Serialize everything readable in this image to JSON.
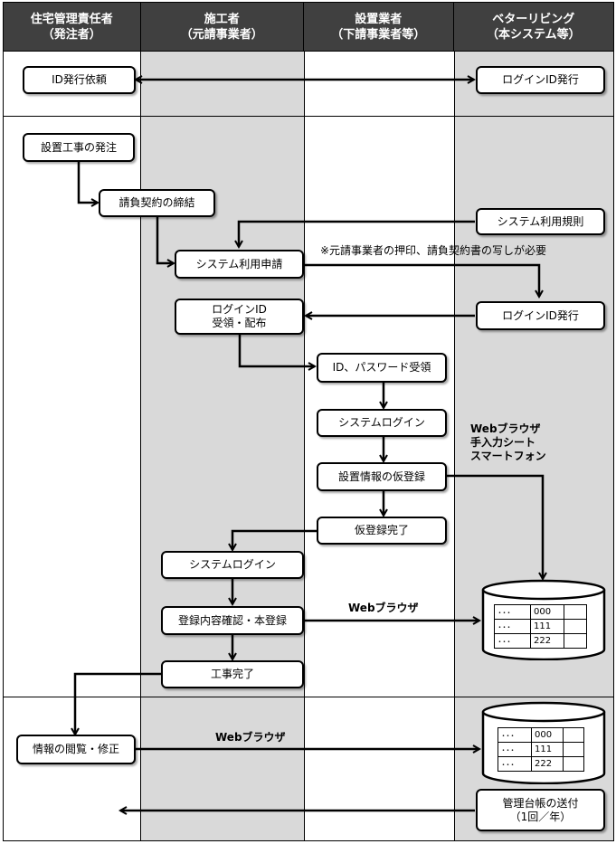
{
  "header": {
    "columns": [
      {
        "line1": "住宅管理責任者",
        "line2": "（発注者）"
      },
      {
        "line1": "施工者",
        "line2": "（元請事業者）"
      },
      {
        "line1": "設置業者",
        "line2": "（下請事業者等）"
      },
      {
        "line1": "ベターリビング",
        "line2": "（本システム等）"
      }
    ]
  },
  "section1": {
    "id_request": "ID発行依頼",
    "login_id_issue": "ログインID発行"
  },
  "section2": {
    "order": "設置工事の発注",
    "contract": "請負契約の締結",
    "system_rules": "システム利用規則",
    "system_apply": "システム利用申請",
    "note_stamp": "※元請事業者の押印、請負契約書の写しが必要",
    "login_id_issue": "ログインID発行",
    "login_id_receive_line1": "ログインID",
    "login_id_receive_line2": "受領・配布",
    "id_pw_receive": "ID、パスワード受領",
    "sub_system_login": "システムログイン",
    "input_methods": [
      "Webブラウザ",
      "手入力シート",
      "スマートフォン"
    ],
    "provisional_register": "設置情報の仮登録",
    "provisional_done": "仮登録完了",
    "main_system_login": "システムログイン",
    "confirm_register": "登録内容確認・本登録",
    "web_browser_label": "Webブラウザ",
    "construction_done": "工事完了",
    "database_rows": [
      {
        "c1": "･･･",
        "c2": "000",
        "c3": ""
      },
      {
        "c1": "･･･",
        "c2": "111",
        "c3": ""
      },
      {
        "c1": "･･･",
        "c2": "222",
        "c3": ""
      }
    ]
  },
  "section3": {
    "view_edit": "情報の閲覧・修正",
    "web_browser_label": "Webブラウザ",
    "ledger_send_line1": "管理台帳の送付",
    "ledger_send_line2": "（1回／年）",
    "database_rows": [
      {
        "c1": "･･･",
        "c2": "000",
        "c3": ""
      },
      {
        "c1": "･･･",
        "c2": "111",
        "c3": ""
      },
      {
        "c1": "･･･",
        "c2": "222",
        "c3": ""
      }
    ]
  }
}
